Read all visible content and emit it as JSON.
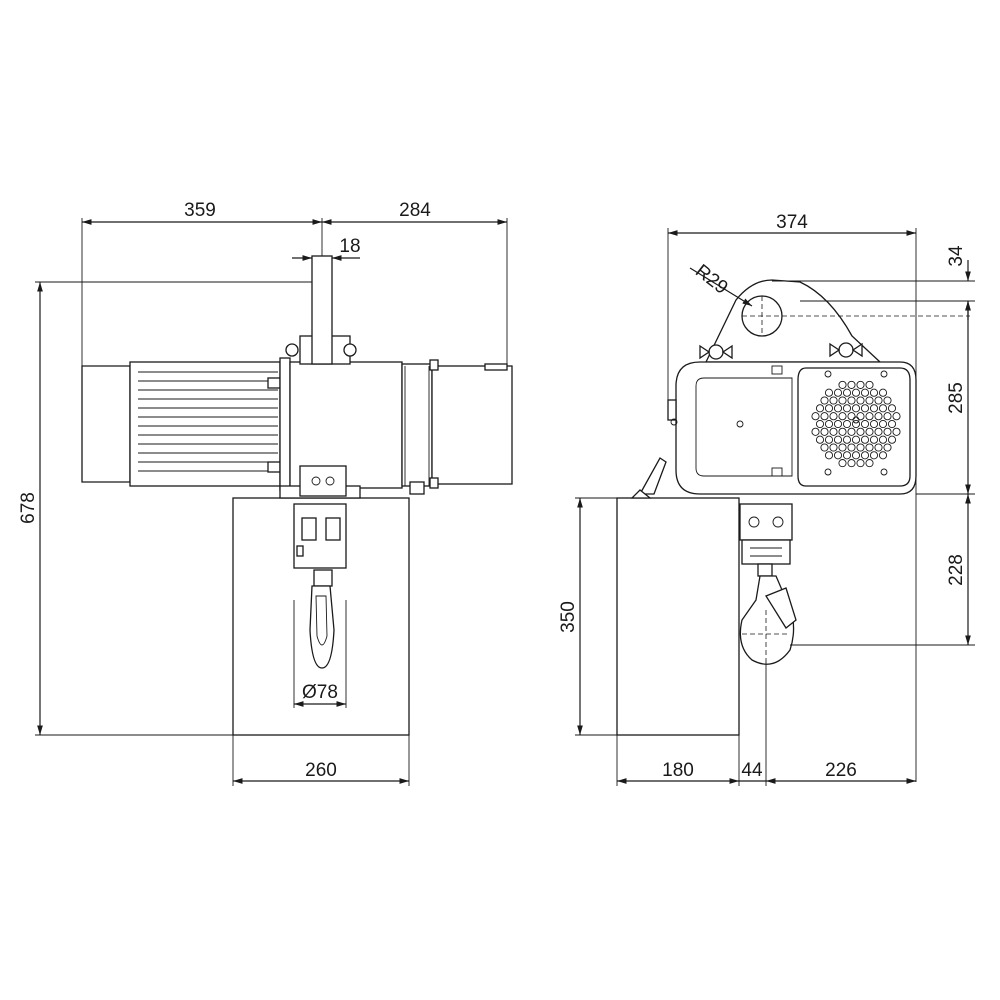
{
  "dimensions": {
    "top_left_width": "359",
    "top_right_width": "284",
    "hook_gap": "18",
    "total_height": "678",
    "hook_diameter": "Ø78",
    "chain_bag_width": "260",
    "side_width": "374",
    "radius": "R29",
    "top_offset": "34",
    "body_height": "285",
    "hook_drop": "228",
    "bag_height": "350",
    "bag_depth": "180",
    "gap": "44",
    "body_offset": "226"
  },
  "colors": {
    "line": "#1a1a1a",
    "background": "#ffffff"
  }
}
